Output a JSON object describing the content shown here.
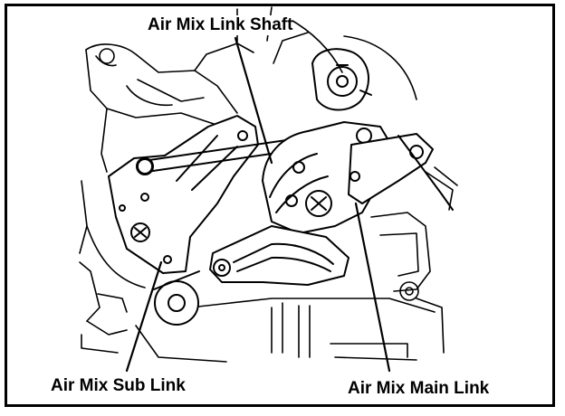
{
  "labels": {
    "shaft": "Air Mix Link Shaft",
    "sub_link": "Air Mix Sub Link",
    "main_link": "Air Mix Main Link"
  },
  "style": {
    "line_color": "#000000",
    "background": "#ffffff"
  }
}
